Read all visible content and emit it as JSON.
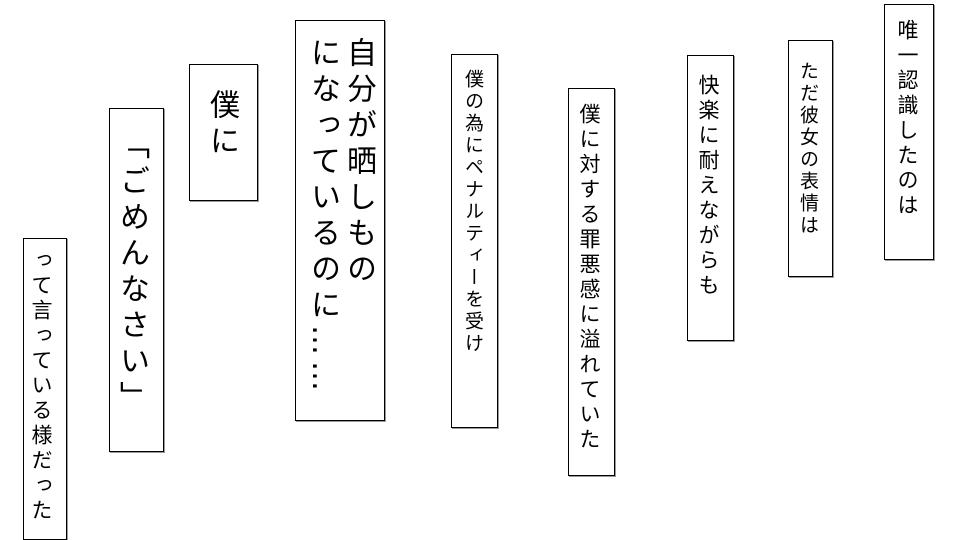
{
  "captions": [
    "唯一認識したのは",
    "ただ彼女の表情は",
    "快楽に耐えながらも",
    "僕に対する罪悪感に溢れていた",
    "僕の為にペナルティーを受け",
    "自分が晒しもの\nになっているのに……",
    "僕に",
    "「ごめんなさい」",
    "って言っている様だった"
  ]
}
